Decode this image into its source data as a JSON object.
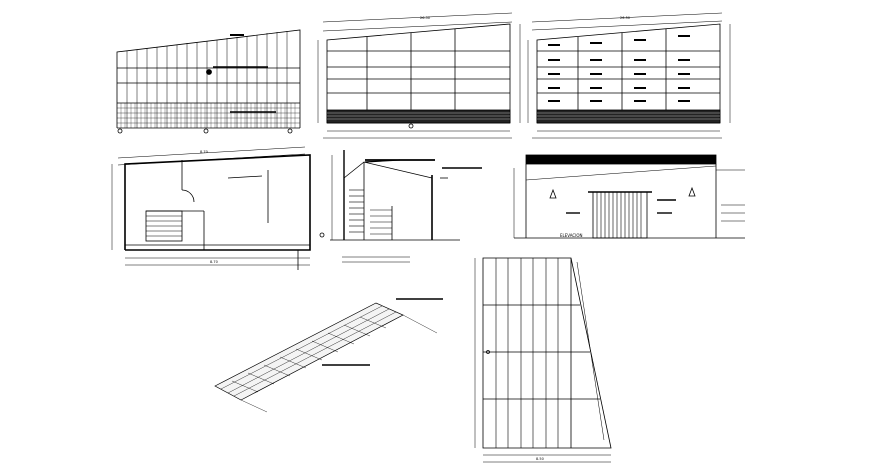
{
  "drawing": {
    "labels": {
      "elev2_top_dim": "26.50",
      "elev3_top_dim": "26.50",
      "plan_top_dim": "8.70",
      "plan_bottom_dim": "8.70",
      "bottom_plan_dim": "8.50",
      "site_label": "ELEVACION"
    },
    "colors": {
      "ink": "#000000",
      "paper": "#ffffff",
      "hatch": "#111111"
    }
  }
}
